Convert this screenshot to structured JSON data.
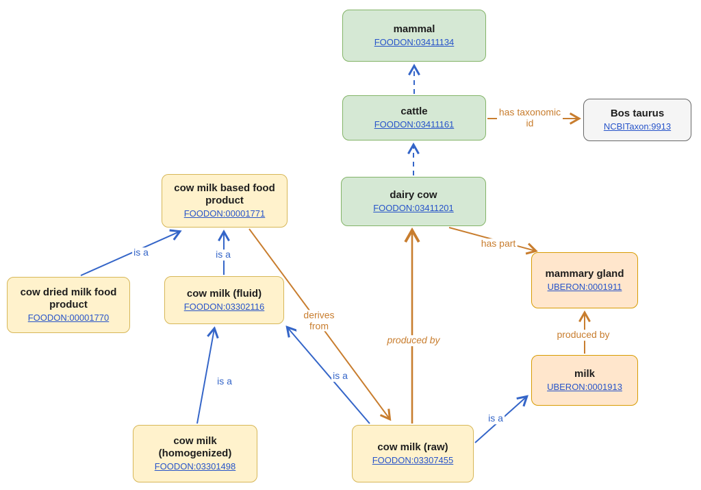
{
  "diagram": {
    "type": "ontology-graph",
    "nodes": [
      {
        "name": "mammal",
        "title": "mammal",
        "term": "FOODON:03411134",
        "style": "green"
      },
      {
        "name": "cattle",
        "title": "cattle",
        "term": "FOODON:03411161",
        "style": "green"
      },
      {
        "name": "bos-taurus",
        "title": "Bos taurus",
        "term": "NCBITaxon:9913",
        "style": "gray"
      },
      {
        "name": "dairy-cow",
        "title": "dairy cow",
        "term": "FOODON:03411201",
        "style": "green"
      },
      {
        "name": "cow-milk-based-food-product",
        "title": "cow milk based food product",
        "term": "FOODON:00001771",
        "style": "yellow"
      },
      {
        "name": "cow-dried-milk-food-product",
        "title": "cow dried milk food product",
        "term": "FOODON:00001770",
        "style": "yellow"
      },
      {
        "name": "cow-milk-fluid",
        "title": "cow milk (fluid)",
        "term": "FOODON:03302116",
        "style": "yellow"
      },
      {
        "name": "mammary-gland",
        "title": "mammary gland",
        "term": "UBERON:0001911",
        "style": "peach"
      },
      {
        "name": "milk",
        "title": "milk",
        "term": "UBERON:0001913",
        "style": "peach"
      },
      {
        "name": "cow-milk-homogenized",
        "title": "cow milk (homogenized)",
        "term": "FOODON:03301498",
        "style": "yellow"
      },
      {
        "name": "cow-milk-raw",
        "title": "cow milk (raw)",
        "term": "FOODON:03307455",
        "style": "yellow"
      }
    ],
    "edges": [
      {
        "from": "cattle",
        "to": "mammal",
        "label": "",
        "style": "blue-dashed"
      },
      {
        "from": "dairy-cow",
        "to": "cattle",
        "label": "",
        "style": "blue-dashed"
      },
      {
        "from": "cattle",
        "to": "bos-taurus",
        "label": "has taxonomic id",
        "style": "orange"
      },
      {
        "from": "dairy-cow",
        "to": "mammary-gland",
        "label": "has part",
        "style": "orange"
      },
      {
        "from": "cow-dried-milk-food-product",
        "to": "cow-milk-based-food-product",
        "label": "is a",
        "style": "blue"
      },
      {
        "from": "cow-milk-fluid",
        "to": "cow-milk-based-food-product",
        "label": "is a",
        "style": "blue"
      },
      {
        "from": "cow-milk-based-food-product",
        "to": "cow-milk-raw",
        "label": "derives from",
        "style": "orange"
      },
      {
        "from": "cow-milk-homogenized",
        "to": "cow-milk-fluid",
        "label": "is a",
        "style": "blue"
      },
      {
        "from": "cow-milk-raw",
        "to": "cow-milk-fluid",
        "label": "is a",
        "style": "blue"
      },
      {
        "from": "cow-milk-raw",
        "to": "dairy-cow",
        "label": "produced by",
        "style": "orange-italic"
      },
      {
        "from": "milk",
        "to": "mammary-gland",
        "label": "produced by",
        "style": "orange"
      },
      {
        "from": "cow-milk-raw",
        "to": "milk",
        "label": "is a",
        "style": "blue"
      }
    ],
    "colors": {
      "green_fill": "#d5e8d4",
      "green_border": "#82b366",
      "yellow_fill": "#fff2cc",
      "yellow_border": "#d6b656",
      "peach_fill": "#ffe6cc",
      "peach_border": "#d79b00",
      "gray_fill": "#f5f5f5",
      "gray_border": "#666666",
      "arrow_blue": "#3465c8",
      "arrow_orange": "#c87d2e",
      "term_link": "#2653c9"
    }
  }
}
